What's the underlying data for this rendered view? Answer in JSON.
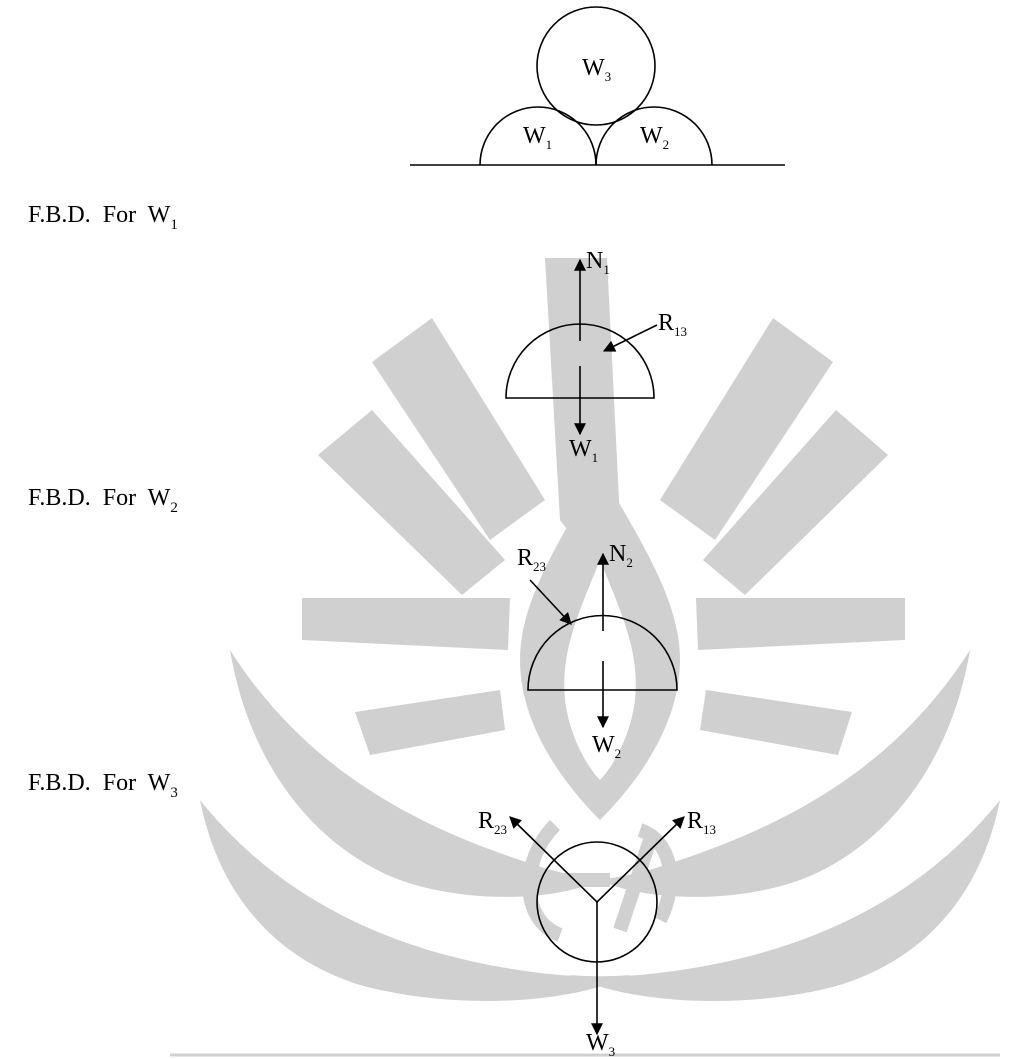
{
  "stack": {
    "top_ball": {
      "main": "W",
      "sub": "3"
    },
    "left_ball": {
      "main": "W",
      "sub": "1"
    },
    "right_ball": {
      "main": "W",
      "sub": "2"
    }
  },
  "fbd1": {
    "heading": {
      "prefix": "F.B.D.  For  W",
      "sub": "1"
    },
    "normal": {
      "main": "N",
      "sub": "1"
    },
    "reaction": {
      "main": "R",
      "sub": "13"
    },
    "weight": {
      "main": "W",
      "sub": "1"
    }
  },
  "fbd2": {
    "heading": {
      "prefix": "F.B.D.  For  W",
      "sub": "2"
    },
    "normal": {
      "main": "N",
      "sub": "2"
    },
    "reaction": {
      "main": "R",
      "sub": "23"
    },
    "weight": {
      "main": "W",
      "sub": "2"
    }
  },
  "fbd3": {
    "heading": {
      "prefix": "F.B.D.  For  W",
      "sub": "3"
    },
    "reaction_left": {
      "main": "R",
      "sub": "23"
    },
    "reaction_right": {
      "main": "R",
      "sub": "13"
    },
    "weight": {
      "main": "W",
      "sub": "3"
    }
  },
  "colors": {
    "ink": "#000000",
    "watermark": "#d0d0d0"
  }
}
